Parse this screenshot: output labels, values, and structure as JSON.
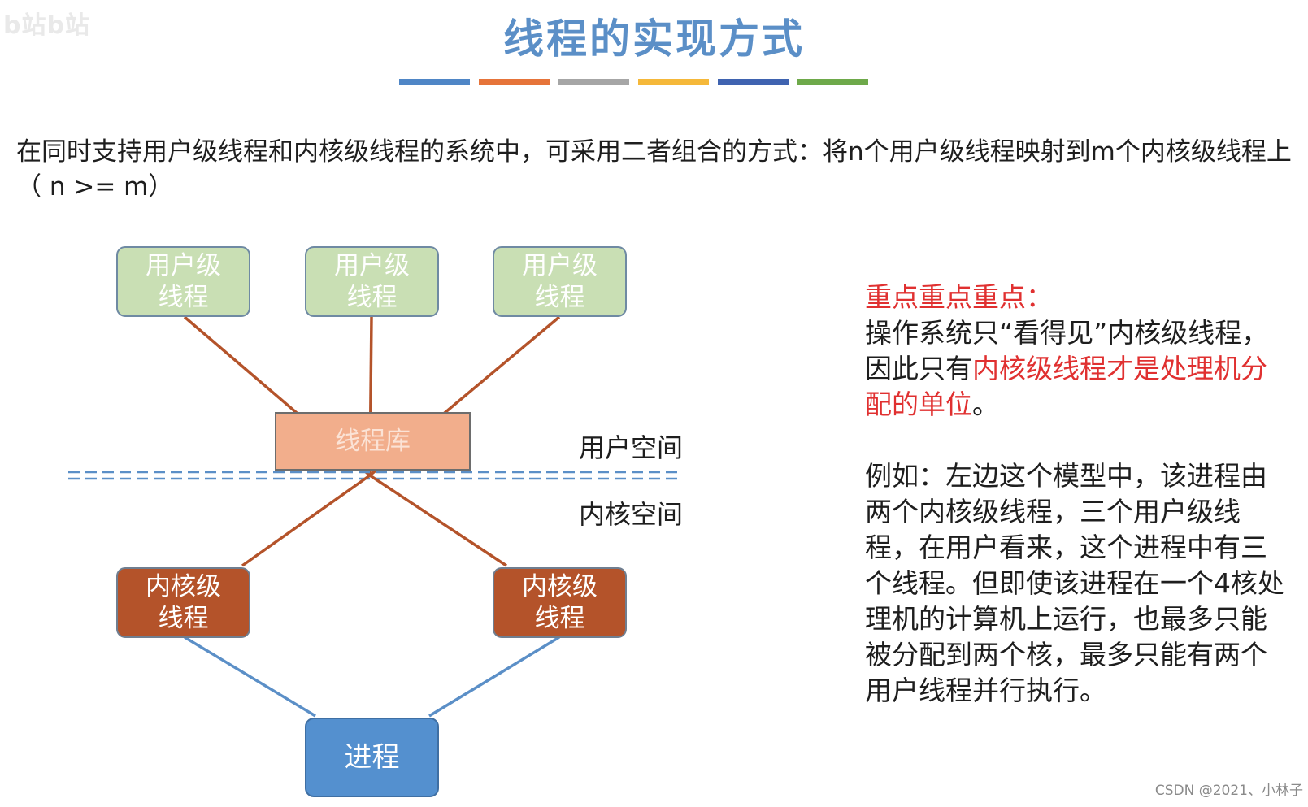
{
  "logo": {
    "text": "b站b站"
  },
  "title": "线程的实现方式",
  "colors": {
    "accent_bars": [
      "#4f86c6",
      "#e6743a",
      "#a6a6a6",
      "#f5b83a",
      "#3f63b0",
      "#6ea94a"
    ],
    "user_thread": "#c9dfb4",
    "kernel_thread": "#b4532a",
    "process": "#5490cf",
    "thread_lib": "#f2ae8c",
    "mapping_line": "#b4532a",
    "process_line": "#5b8fc7",
    "divider": "#5b8fc7",
    "emphasis": "#e03030"
  },
  "intro": "在同时支持用户级线程和内核级线程的系统中，可采用二者组合的方式：将n个用户级线程映射到m个内核级线程上（ n >= m）",
  "diagram": {
    "user_threads": [
      "用户级\n线程",
      "用户级\n线程",
      "用户级\n线程"
    ],
    "thread_library": "线程库",
    "user_space": "用户空间",
    "kernel_space": "内核空间",
    "kernel_threads": [
      "内核级\n线程",
      "内核级\n线程"
    ],
    "process": "进程"
  },
  "side_note": {
    "heading": "重点重点重点：",
    "p1_a": "操作系统只“看得见”内核级线程，因此只有",
    "p1_red": "内核级线程才是处理机分配的单位",
    "p1_end": "。",
    "p2": "例如：左边这个模型中，该进程由两个内核级线程，三个用户级线程，在用户看来，这个进程中有三个线程。但即使该进程在一个4核处理机的计算机上运行，也最多只能被分配到两个核，最多只能有两个用户线程并行执行。"
  },
  "watermark": "CSDN @2021、小林子"
}
